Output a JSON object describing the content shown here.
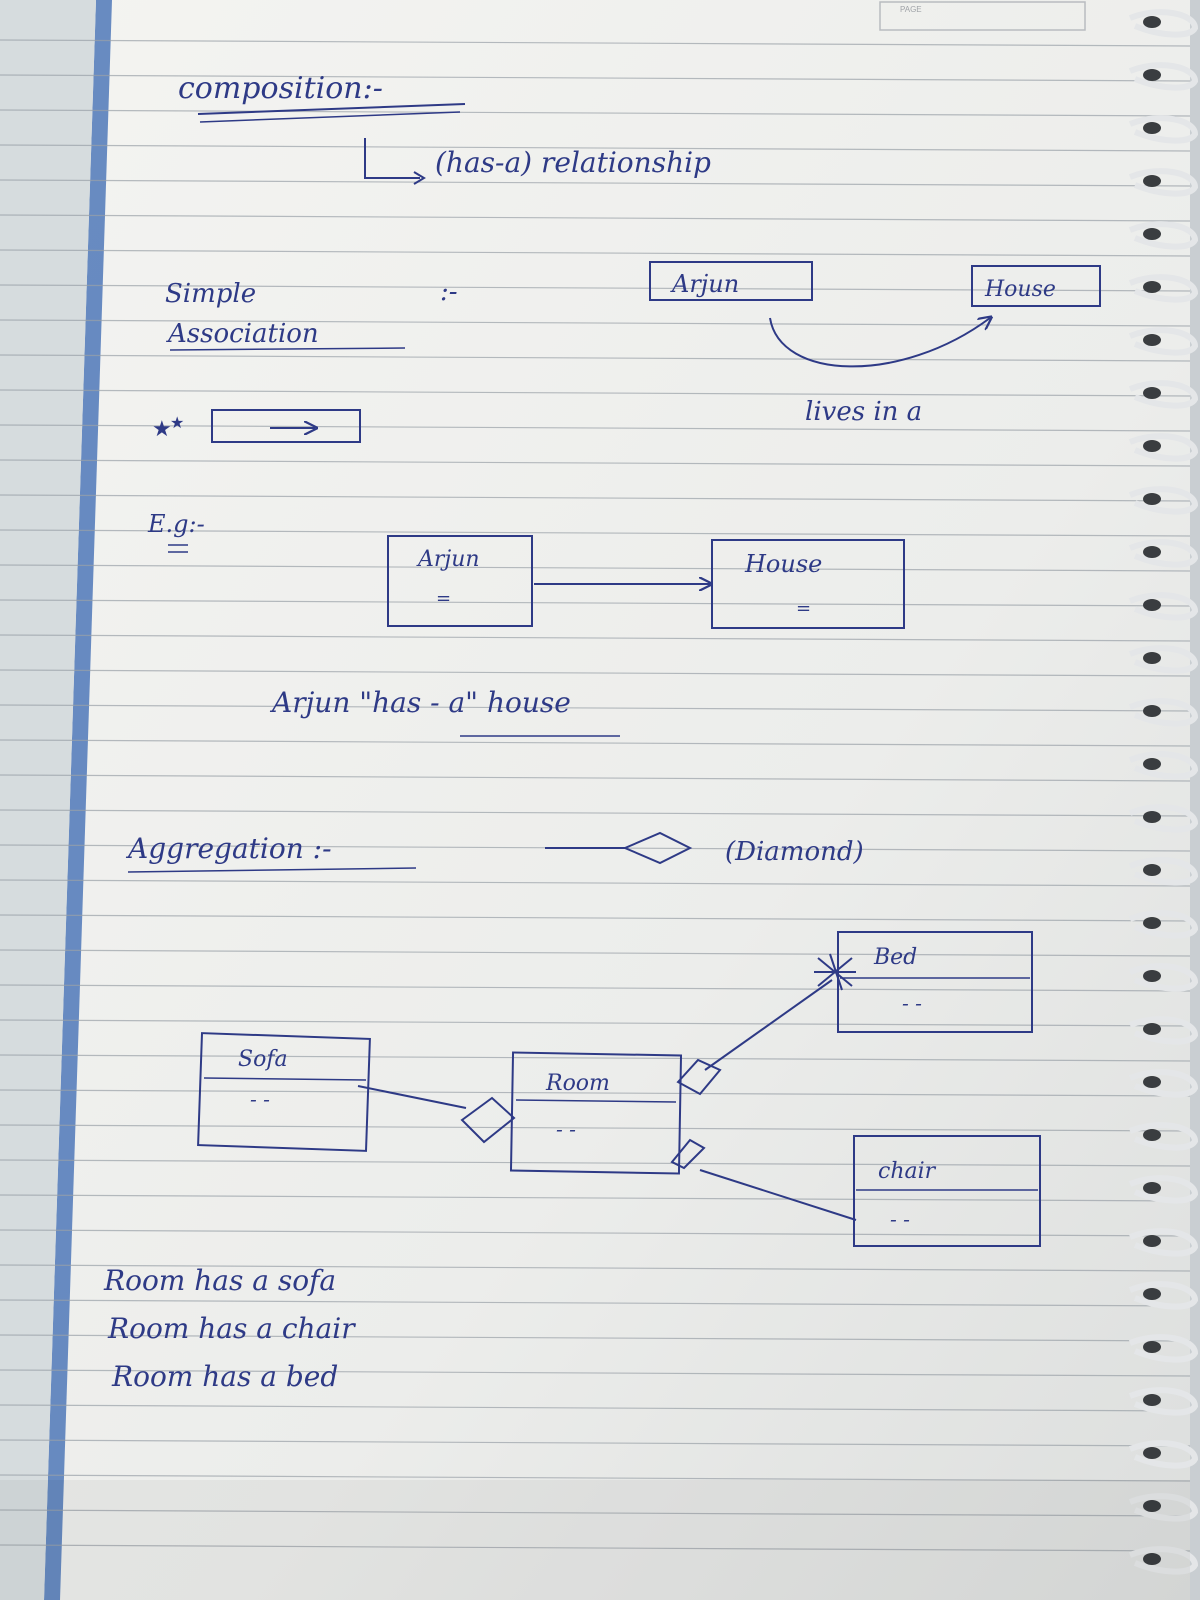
{
  "header": {
    "page_label": "PAGE"
  },
  "notes": {
    "title": "composition:-",
    "subtitle": "(has-a) relationship",
    "simple_association": {
      "label_line1": "Simple",
      "label_line2": "Association",
      "separator": ":-",
      "box_from": "Arjun",
      "box_to": "House",
      "caption": "lives in a"
    },
    "eg": {
      "label": "E.g:-",
      "box_from": "Arjun",
      "box_from_sub": "=",
      "box_to": "House",
      "box_to_sub": "=",
      "sentence": "Arjun \"has - a\" house"
    },
    "aggregation": {
      "label": "Aggregation :-",
      "symbol_caption": "(Diamond)"
    },
    "uml": {
      "sofa": "Sofa",
      "room": "Room",
      "bed": "Bed",
      "chair": "chair",
      "placeholder": "- -"
    },
    "sentences": [
      "Room has a sofa",
      "Room has a chair",
      "Room has a bed"
    ]
  },
  "colors": {
    "ink": "#2e3a86",
    "paper": "#f2f2ef",
    "rule": "#9aa1a8",
    "binding": "#2f5a9e",
    "spiral": "#e4e6e8"
  }
}
